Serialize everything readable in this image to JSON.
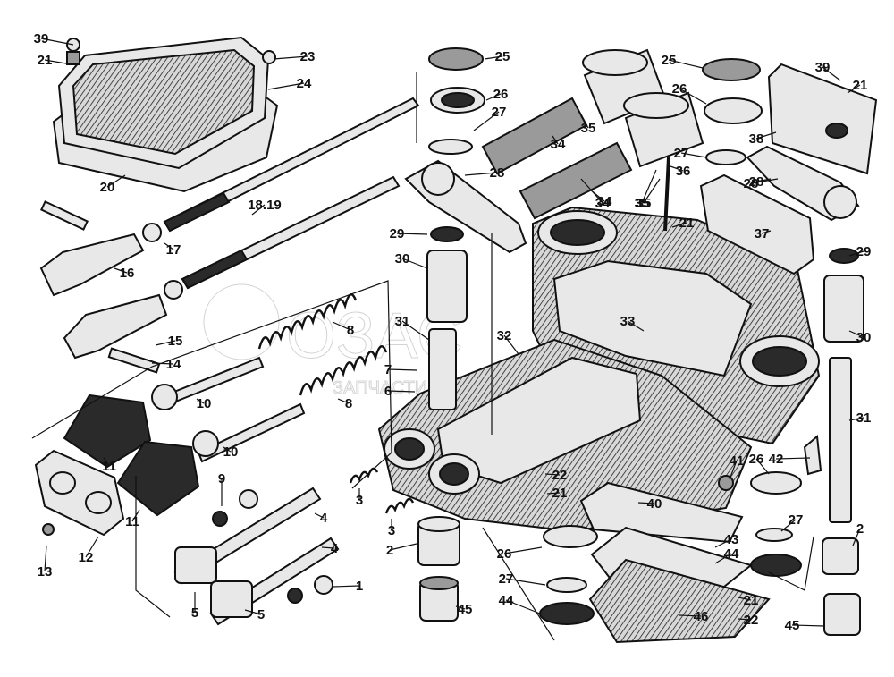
{
  "diagram": {
    "watermark": {
      "logo_text": "ОЗАС",
      "sub_text": "ЗАПЧАСТИ"
    },
    "callouts": [
      {
        "label": "39"
      },
      {
        "label": "21"
      },
      {
        "label": "23"
      },
      {
        "label": "24"
      },
      {
        "label": "20"
      },
      {
        "label": "18.19"
      },
      {
        "label": "17"
      },
      {
        "label": "16"
      },
      {
        "label": "15"
      },
      {
        "label": "14"
      },
      {
        "label": "10"
      },
      {
        "label": "10"
      },
      {
        "label": "8"
      },
      {
        "label": "8"
      },
      {
        "label": "11"
      },
      {
        "label": "11"
      },
      {
        "label": "12"
      },
      {
        "label": "13"
      },
      {
        "label": "9"
      },
      {
        "label": "4"
      },
      {
        "label": "4"
      },
      {
        "label": "3"
      },
      {
        "label": "3"
      },
      {
        "label": "5"
      },
      {
        "label": "5"
      },
      {
        "label": "1"
      },
      {
        "label": "2"
      },
      {
        "label": "45"
      },
      {
        "label": "25"
      },
      {
        "label": "26"
      },
      {
        "label": "27"
      },
      {
        "label": "28"
      },
      {
        "label": "34"
      },
      {
        "label": "35"
      },
      {
        "label": "29"
      },
      {
        "label": "30"
      },
      {
        "label": "31"
      },
      {
        "label": "32"
      },
      {
        "label": "33"
      },
      {
        "label": "7"
      },
      {
        "label": "6"
      },
      {
        "label": "22"
      },
      {
        "label": "21"
      },
      {
        "label": "26"
      },
      {
        "label": "27"
      },
      {
        "label": "44"
      },
      {
        "label": "40"
      },
      {
        "label": "43"
      },
      {
        "label": "44"
      },
      {
        "label": "46"
      },
      {
        "label": "21"
      },
      {
        "label": "22"
      },
      {
        "label": "25"
      },
      {
        "label": "26"
      },
      {
        "label": "27"
      },
      {
        "label": "28"
      },
      {
        "label": "36"
      },
      {
        "label": "21"
      },
      {
        "label": "35"
      },
      {
        "label": "34"
      },
      {
        "label": "37"
      },
      {
        "label": "38"
      },
      {
        "label": "39"
      },
      {
        "label": "21"
      },
      {
        "label": "29"
      },
      {
        "label": "30"
      },
      {
        "label": "31"
      },
      {
        "label": "26"
      },
      {
        "label": "42"
      },
      {
        "label": "41"
      },
      {
        "label": "27"
      },
      {
        "label": "2"
      },
      {
        "label": "45"
      },
      {
        "label": "34"
      },
      {
        "label": "35"
      },
      {
        "label": "28"
      }
    ]
  }
}
